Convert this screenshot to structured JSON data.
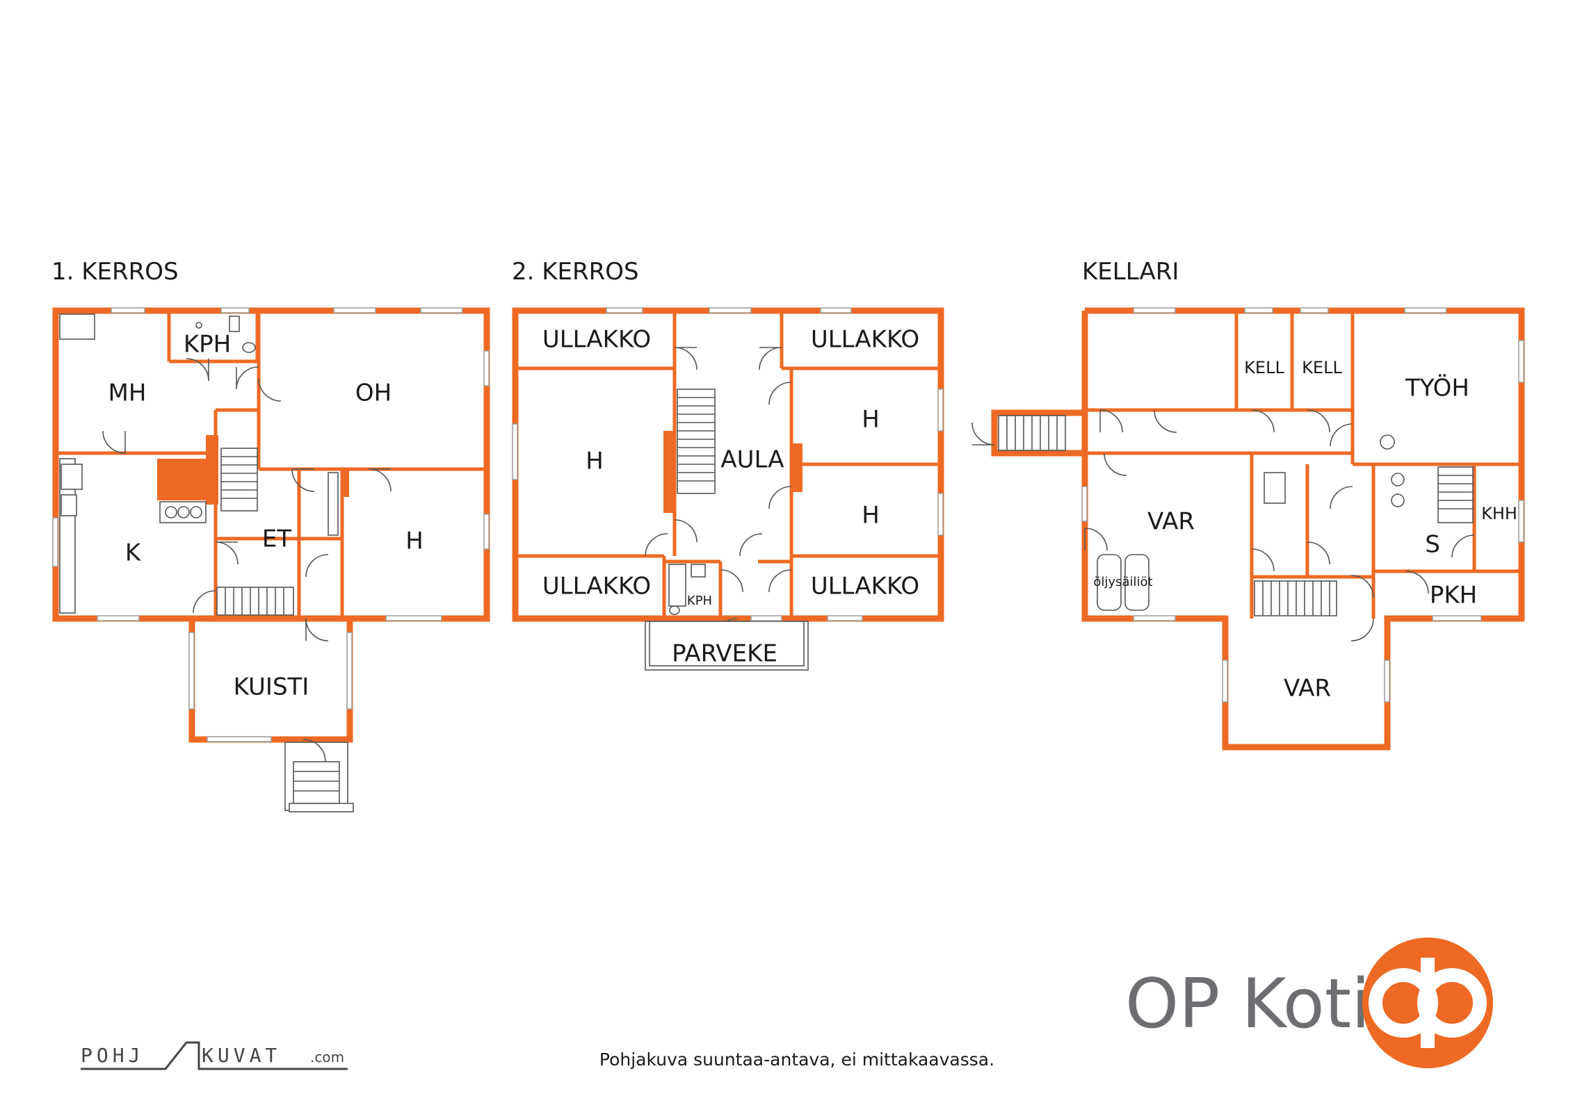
{
  "floors": {
    "first": {
      "title": "1.  KERROS",
      "rooms": {
        "mh": "MH",
        "kph": "KPH",
        "oh": "OH",
        "k": "K",
        "et": "ET",
        "h": "H",
        "kuisti": "KUISTI"
      }
    },
    "second": {
      "title": "2. KERROS",
      "rooms": {
        "ullakko_tl": "ULLAKKO",
        "ullakko_tr": "ULLAKKO",
        "h_left": "H",
        "aula": "AULA",
        "h_right_top": "H",
        "h_right_bottom": "H",
        "ullakko_bl": "ULLAKKO",
        "kph": "KPH",
        "ullakko_br": "ULLAKKO",
        "parveke": "PARVEKE"
      }
    },
    "basement": {
      "title": "KELLARI",
      "rooms": {
        "kell_1": "KELL",
        "kell_2": "KELL",
        "tyoh": "TYÖH",
        "var_left": "VAR",
        "oil_tanks": "öljysäiliöt",
        "s": "S",
        "khh": "KHH",
        "pkh": "PKH",
        "var_bottom": "VAR"
      }
    }
  },
  "footer": {
    "disclaimer": "Pohjakuva suuntaa-antava, ei mittakaavassa.",
    "pohjakuvat_left": "POHJ",
    "pohjakuvat_right": "KUVAT",
    "pohjakuvat_domain": ".com",
    "brand_text": "OP Koti"
  },
  "colors": {
    "wall": "#ee6a24",
    "brand_orange": "#ee6a24",
    "brand_gray": "#6d6e71"
  }
}
